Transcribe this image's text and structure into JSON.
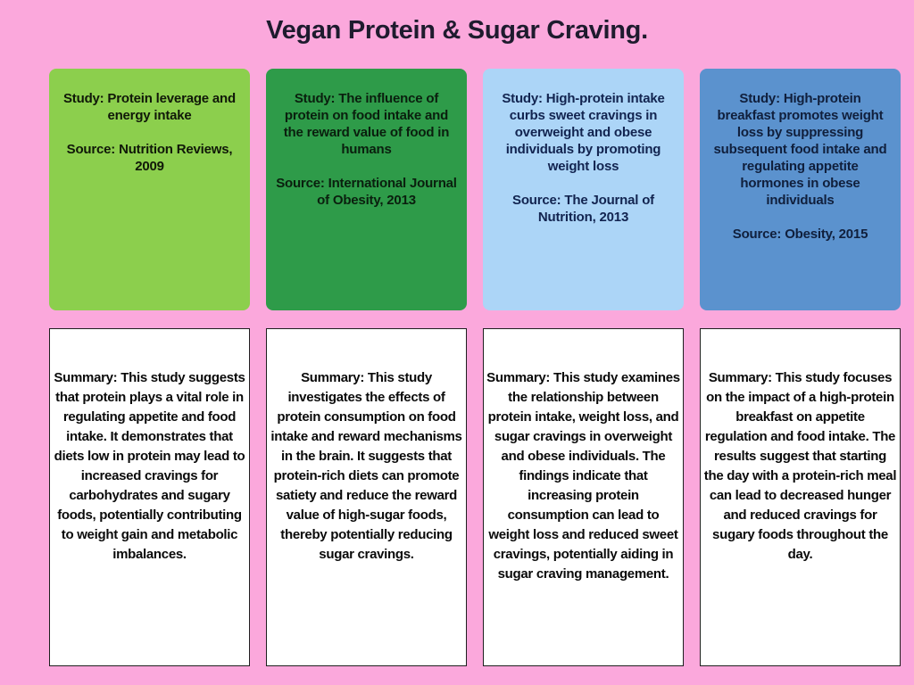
{
  "page": {
    "title": "Vegan Protein & Sugar Craving.",
    "background_color": "#FBA8DC",
    "title_color": "#1E1B2E"
  },
  "studies": [
    {
      "study": "Study: Protein leverage and energy intake",
      "source": "Source: Nutrition Reviews, 2009",
      "summary": "Summary: This study suggests that protein plays a vital role in regulating appetite and food intake. It demonstrates that diets low in protein may lead to increased cravings for carbohydrates and sugary foods, potentially contributing to weight gain and metabolic imbalances.",
      "card_color": "#8CCF4D",
      "text_color": "#101808"
    },
    {
      "study": "Study: The influence of protein on food intake and the reward value of food in humans",
      "source": "Source: International Journal of Obesity, 2013",
      "summary": "Summary: This study investigates the effects of protein consumption on food intake and reward mechanisms in the brain. It suggests that protein-rich diets can promote satiety and reduce the reward value of high-sugar foods, thereby potentially reducing sugar cravings.",
      "card_color": "#2E9B49",
      "text_color": "#0A1F0E"
    },
    {
      "study": "Study: High-protein intake curbs sweet cravings in overweight and obese individuals by promoting weight loss",
      "source": "Source: The Journal of Nutrition, 2013",
      "summary": "Summary: This study examines the relationship between protein intake, weight loss, and sugar cravings in overweight and obese individuals. The findings indicate that increasing protein consumption can lead to weight loss and reduced sweet cravings, potentially aiding in sugar craving management.",
      "card_color": "#ACD5F7",
      "text_color": "#122450"
    },
    {
      "study": "Study: High-protein breakfast promotes weight loss by suppressing subsequent food intake and regulating appetite hormones in obese individuals",
      "source": "Source: Obesity, 2015",
      "summary": "Summary: This study focuses on the impact of a high-protein breakfast on appetite regulation and food intake. The results suggest that starting the day with a protein-rich meal can lead to decreased hunger and reduced cravings for sugary foods throughout the day.",
      "card_color": "#5B92CE",
      "text_color": "#101F3C"
    }
  ],
  "summary_card": {
    "background_color": "#FFFFFF",
    "border_color": "#1F1F1F",
    "text_color": "#0A0A0A"
  }
}
